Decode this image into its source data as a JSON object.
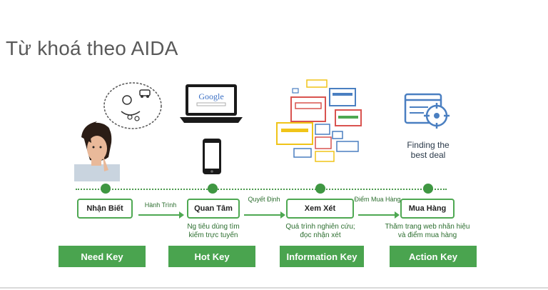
{
  "title": "Từ khoá theo AIDA",
  "stages": [
    {
      "label": "Nhận Biết",
      "desc": "",
      "key": "Need Key"
    },
    {
      "label": "Quan Tâm",
      "desc": "Ng tiêu dùng tìm kiếm trực tuyến",
      "key": "Hot Key"
    },
    {
      "label": "Xem Xét",
      "desc": "Quá trình nghiên cứu; đọc nhận xét",
      "key": "Information Key"
    },
    {
      "label": "Mua Hàng",
      "desc": "Thăm trang web nhãn hiệu và điểm mua hàng",
      "key": "Action Key"
    }
  ],
  "transitions": [
    "Hành Trình",
    "Quyết Định",
    "Điểm Mua Hàng"
  ],
  "google_logo": "Google",
  "deal_text": "Finding the best deal",
  "colors": {
    "green": "#4aa44f",
    "dark_green": "#3f9742",
    "title_gray": "#595959",
    "blue": "#4a7fc1",
    "red": "#d9534f",
    "yellow": "#f0c419"
  },
  "icons": [
    "thought-bubble-icon",
    "laptop-icon",
    "smartphone-icon",
    "web-pages-icon",
    "target-icon"
  ]
}
